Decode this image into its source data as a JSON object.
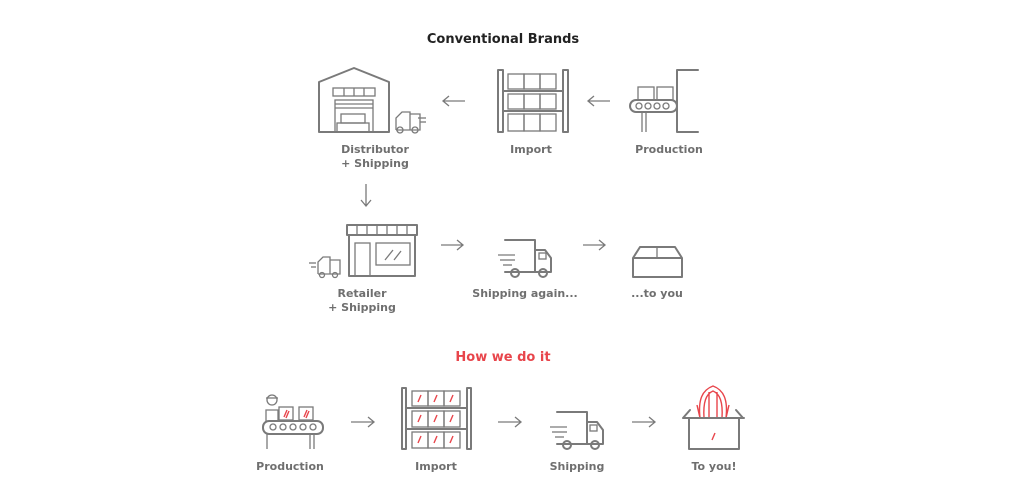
{
  "conventional": {
    "title": "Conventional Brands",
    "steps": [
      {
        "label_line1": "Distributor",
        "label_line2": "+ Shipping",
        "icon": "warehouse-icon"
      },
      {
        "label": "Import",
        "icon": "shelf-icon"
      },
      {
        "label": "Production",
        "icon": "production-line-icon"
      },
      {
        "label_line1": "Retailer",
        "label_line2": "+ Shipping",
        "icon": "store-icon"
      },
      {
        "label": "Shipping again...",
        "icon": "truck-icon"
      },
      {
        "label": "...to you",
        "icon": "box-icon"
      }
    ]
  },
  "ours": {
    "title": "How we do it",
    "steps": [
      {
        "label": "Production",
        "icon": "production-worker-icon"
      },
      {
        "label": "Import",
        "icon": "shelf-icon"
      },
      {
        "label": "Shipping",
        "icon": "truck-icon"
      },
      {
        "label": "To you!",
        "icon": "chair-box-icon"
      }
    ]
  },
  "colors": {
    "accent": "#e8454b",
    "icon": "#7a7a7a",
    "text": "#6f6f6f"
  }
}
